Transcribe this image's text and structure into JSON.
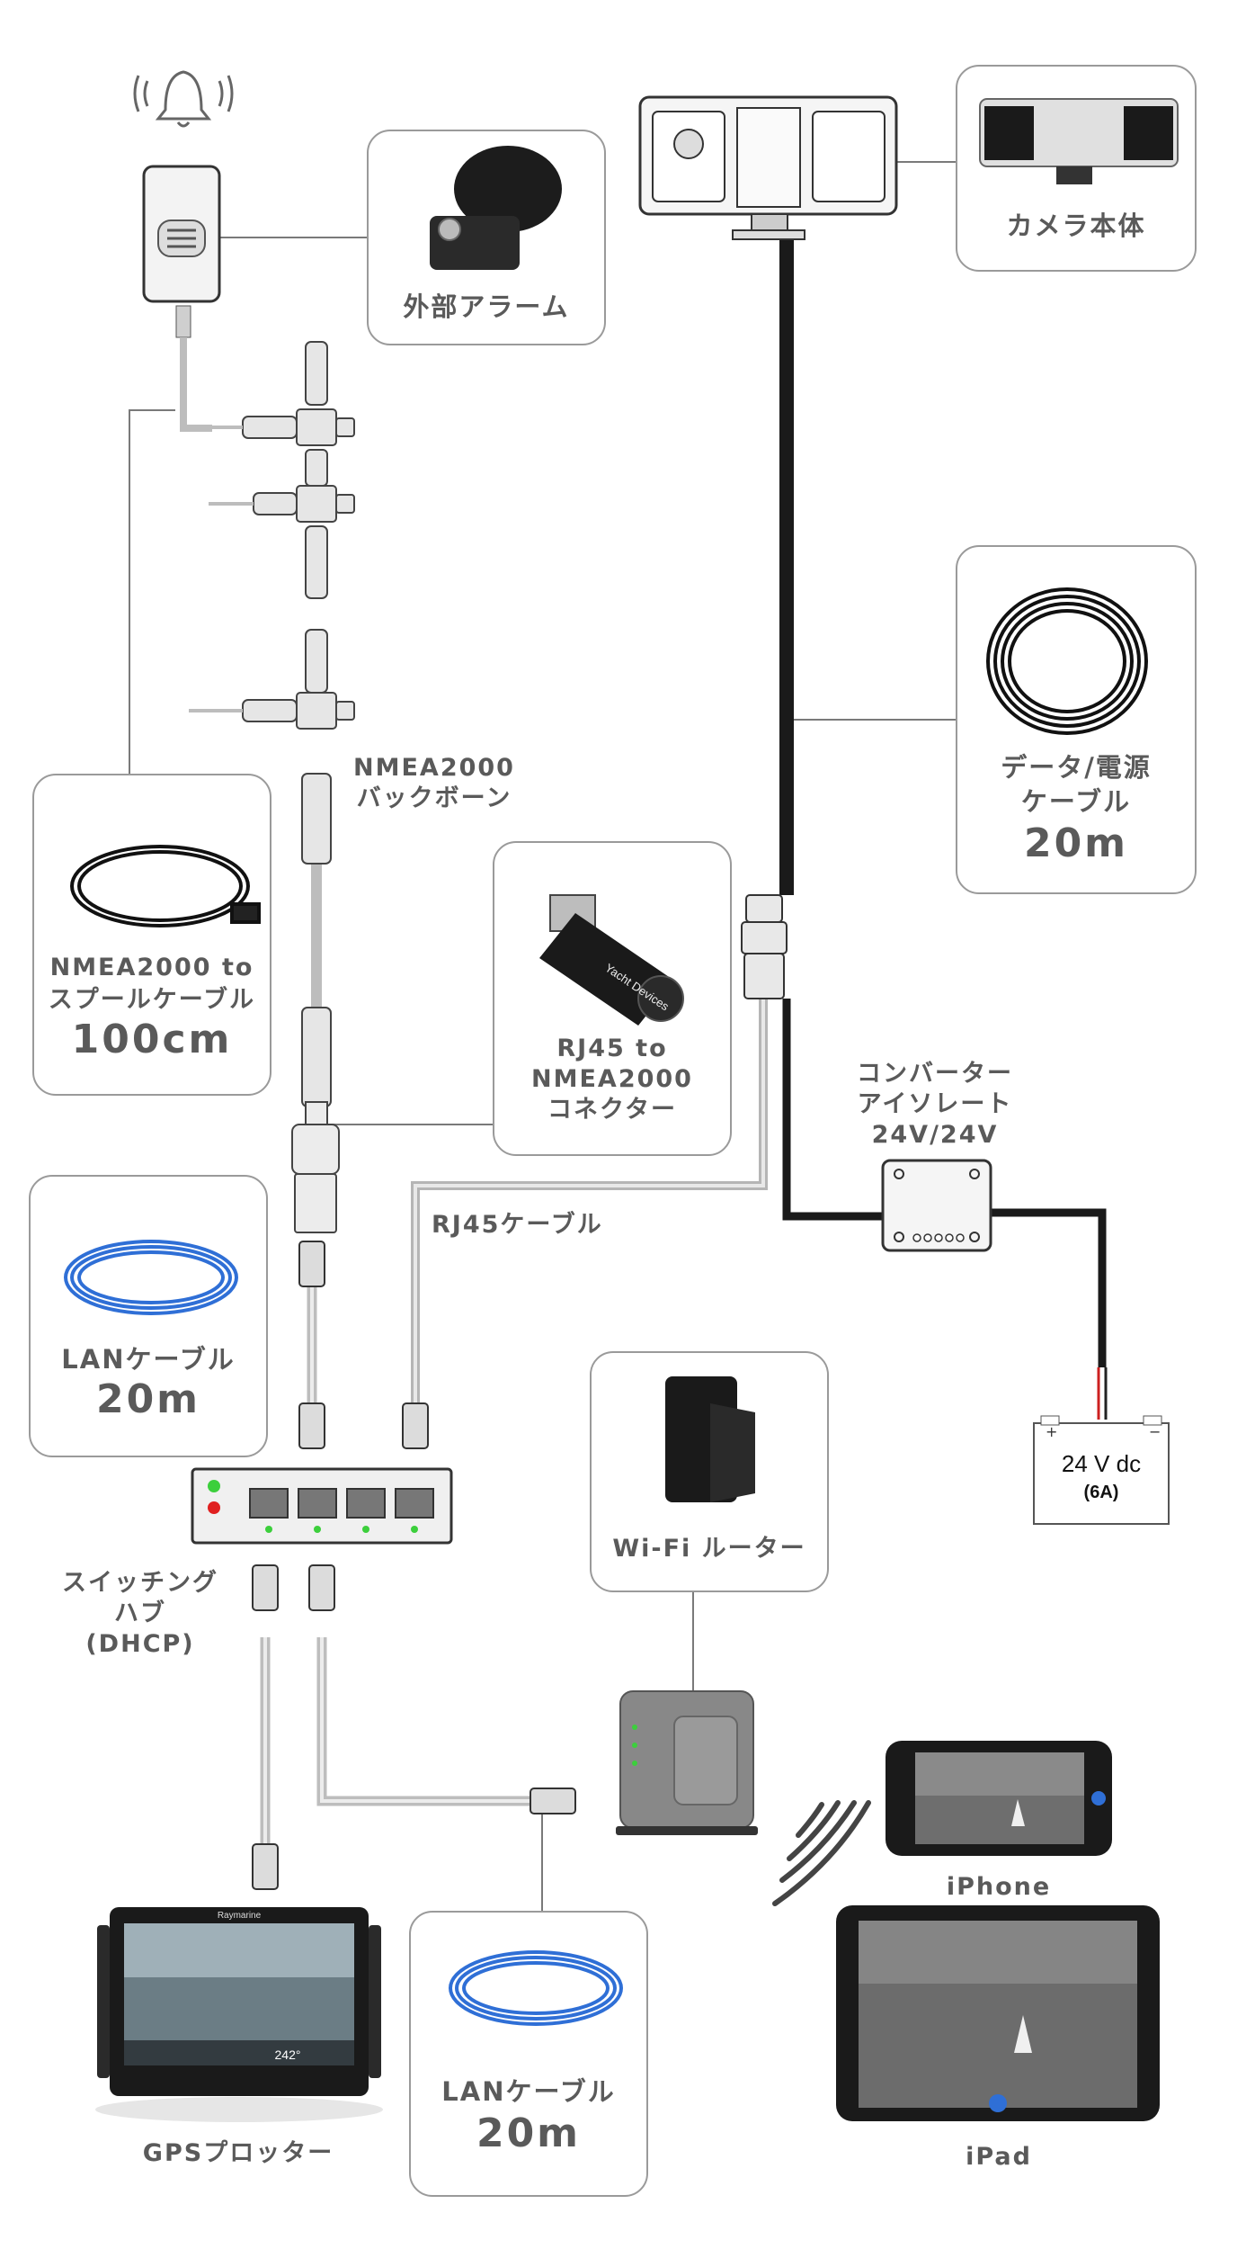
{
  "labels": {
    "camera": "カメラ本体",
    "alarm": "外部アラーム",
    "data_cable_l1": "データ/電源",
    "data_cable_l2": "ケーブル",
    "data_cable_len": "20m",
    "nmea_backbone_l1": "NMEA2000",
    "nmea_backbone_l2": "バックボーン",
    "spool_l1": "NMEA2000 to",
    "spool_l2": "スプールケーブル",
    "spool_len": "100cm",
    "rj45_conn_l1": "RJ45 to",
    "rj45_conn_l2": "NMEA2000",
    "rj45_conn_l3": "コネクター",
    "converter_l1": "コンバーター",
    "converter_l2": "アイソレート",
    "converter_l3": "24V/24V",
    "rj45_cable": "RJ45ケーブル",
    "lan_cable_1": "LANケーブル",
    "lan_cable_1_len": "20m",
    "battery_voltage": "24 V dc",
    "battery_current": "(6A)",
    "router": "Wi-Fi ルーター",
    "hub_l1": "スイッチング",
    "hub_l2": "ハブ",
    "hub_l3": "(DHCP)",
    "iphone": "iPhone",
    "ipad": "iPad",
    "lan_cable_2": "LANケーブル",
    "lan_cable_2_len": "20m",
    "plotter": "GPSプロッター",
    "plotter_brand": "Raymarine",
    "plotter_heading": "242°",
    "connector_brand": "Yacht Devices"
  },
  "colors": {
    "text": "#5a5a5a",
    "box_border": "#9a9a9a",
    "line": "#7a7a7a",
    "power_cable": "#1a1a1a",
    "lan_blue": "#2f6fd6",
    "led_green": "#3ccf3c",
    "led_red": "#e02020"
  }
}
